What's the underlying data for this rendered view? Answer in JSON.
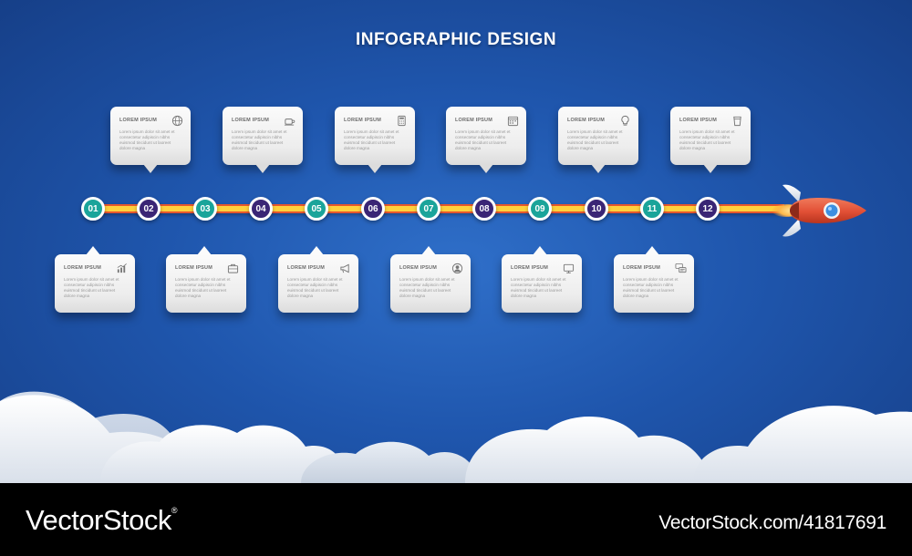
{
  "header": {
    "title": "INFOGRAPHIC DESIGN"
  },
  "timeline": {
    "steps": [
      {
        "num": "01",
        "color": "teal"
      },
      {
        "num": "02",
        "color": "purple"
      },
      {
        "num": "03",
        "color": "teal"
      },
      {
        "num": "04",
        "color": "purple"
      },
      {
        "num": "05",
        "color": "teal"
      },
      {
        "num": "06",
        "color": "purple"
      },
      {
        "num": "07",
        "color": "teal"
      },
      {
        "num": "08",
        "color": "purple"
      },
      {
        "num": "09",
        "color": "teal"
      },
      {
        "num": "10",
        "color": "purple"
      },
      {
        "num": "11",
        "color": "teal"
      },
      {
        "num": "12",
        "color": "purple"
      }
    ]
  },
  "cards": {
    "top": [
      {
        "title": "LOREM IPSUM",
        "icon": "globe-icon",
        "body": "Lorem ipsum dolor sit amet et consectetur adipiscin nibhs euismod tincidunt ut laoreet dolore magna"
      },
      {
        "title": "LOREM IPSUM",
        "icon": "coffee-icon",
        "body": "Lorem ipsum dolor sit amet et consectetur adipiscin nibhs euismod tincidunt ut laoreet dolore magna"
      },
      {
        "title": "LOREM IPSUM",
        "icon": "calculator-icon",
        "body": "Lorem ipsum dolor sit amet et consectetur adipiscin nibhs euismod tincidunt ut laoreet dolore magna"
      },
      {
        "title": "LOREM IPSUM",
        "icon": "calendar-icon",
        "body": "Lorem ipsum dolor sit amet et consectetur adipiscin nibhs euismod tincidunt ut laoreet dolore magna"
      },
      {
        "title": "LOREM IPSUM",
        "icon": "lightbulb-icon",
        "body": "Lorem ipsum dolor sit amet et consectetur adipiscin nibhs euismod tincidunt ut laoreet dolore magna"
      },
      {
        "title": "LOREM IPSUM",
        "icon": "cup-icon",
        "body": "Lorem ipsum dolor sit amet et consectetur adipiscin nibhs euismod tincidunt ut laoreet dolore magna"
      }
    ],
    "bottom": [
      {
        "title": "LOREM IPSUM",
        "icon": "chart-icon",
        "body": "Lorem ipsum dolor sit amet et consectetur adipiscin nibhs euismod tincidunt ut laoreet dolore magna"
      },
      {
        "title": "LOREM IPSUM",
        "icon": "briefcase-icon",
        "body": "Lorem ipsum dolor sit amet et consectetur adipiscin nibhs euismod tincidunt ut laoreet dolore magna"
      },
      {
        "title": "LOREM IPSUM",
        "icon": "megaphone-icon",
        "body": "Lorem ipsum dolor sit amet et consectetur adipiscin nibhs euismod tincidunt ut laoreet dolore magna"
      },
      {
        "title": "LOREM IPSUM",
        "icon": "user-icon",
        "body": "Lorem ipsum dolor sit amet et consectetur adipiscin nibhs euismod tincidunt ut laoreet dolore magna"
      },
      {
        "title": "LOREM IPSUM",
        "icon": "monitor-icon",
        "body": "Lorem ipsum dolor sit amet et consectetur adipiscin nibhs euismod tincidunt ut laoreet dolore magna"
      },
      {
        "title": "LOREM IPSUM",
        "icon": "chat-icon",
        "body": "Lorem ipsum dolor sit amet et consectetur adipiscin nibhs euismod tincidunt ut laoreet dolore magna"
      }
    ]
  },
  "colors": {
    "teal": "#1aa49a",
    "purple": "#3a2575",
    "background": "#1f56ad",
    "rocket": "#e8553a"
  },
  "footer": {
    "brand": "VectorStock",
    "brand_mark": "®",
    "stock_id": "VectorStock.com/41817691"
  }
}
